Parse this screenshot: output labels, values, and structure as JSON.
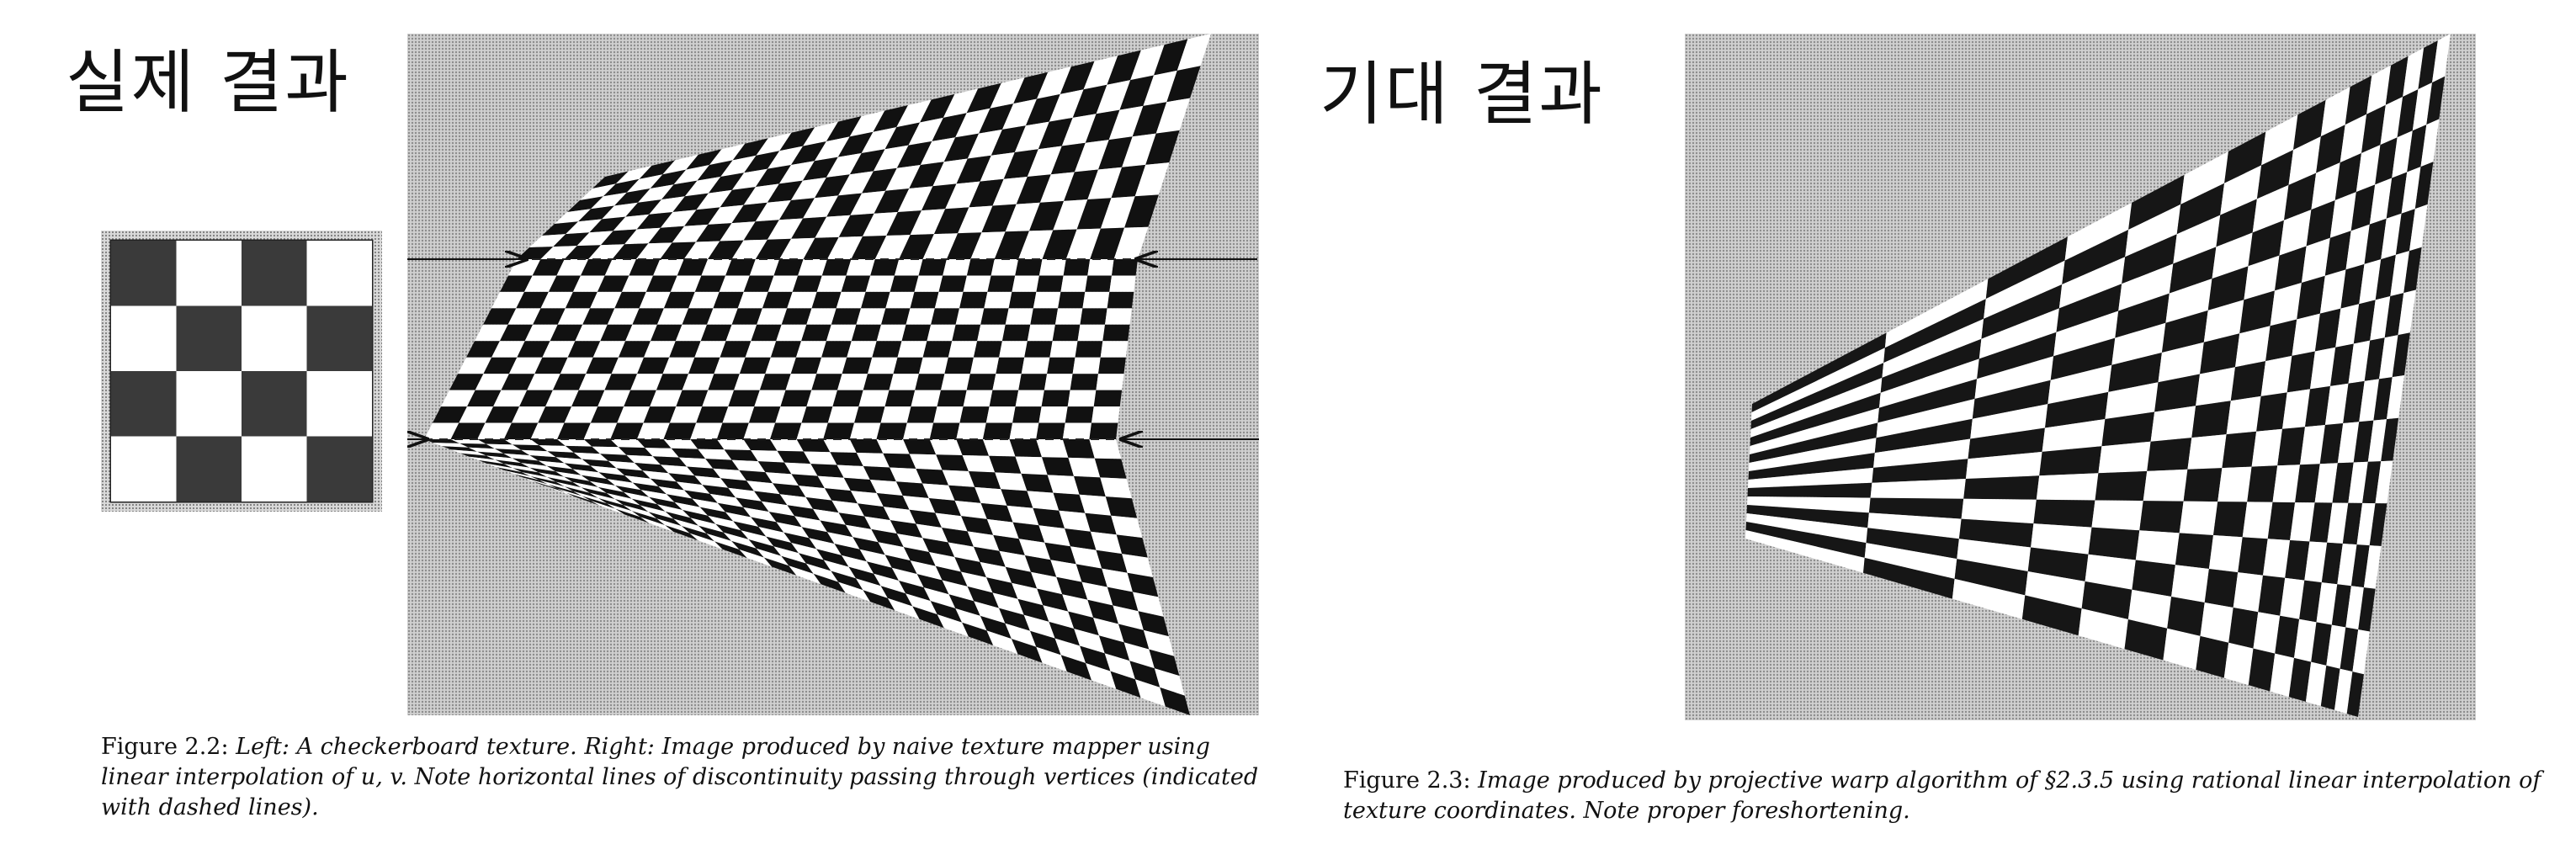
{
  "labels": {
    "actual_result": "실제 결과",
    "expected_result": "기대 결과"
  },
  "figure_2_2": {
    "number": "Figure 2.2:",
    "lead_left": "Left:",
    "text_left": "A checkerboard texture.",
    "lead_right": "Right:",
    "text_right": "Image produced by naive texture mapper using linear interpolation of u, v. Note horizontal lines of discontinuity passing through vertices (indicated with dashed lines)."
  },
  "figure_2_3": {
    "number": "Figure 2.3:",
    "text": "Image produced by projective warp algorithm of §2.3.5 using rational linear interpolation of texture coordinates. Note proper foreshortening."
  },
  "colors": {
    "paper": "#ffffff",
    "halftone": "#bdbdbd",
    "ink": "#111111"
  }
}
